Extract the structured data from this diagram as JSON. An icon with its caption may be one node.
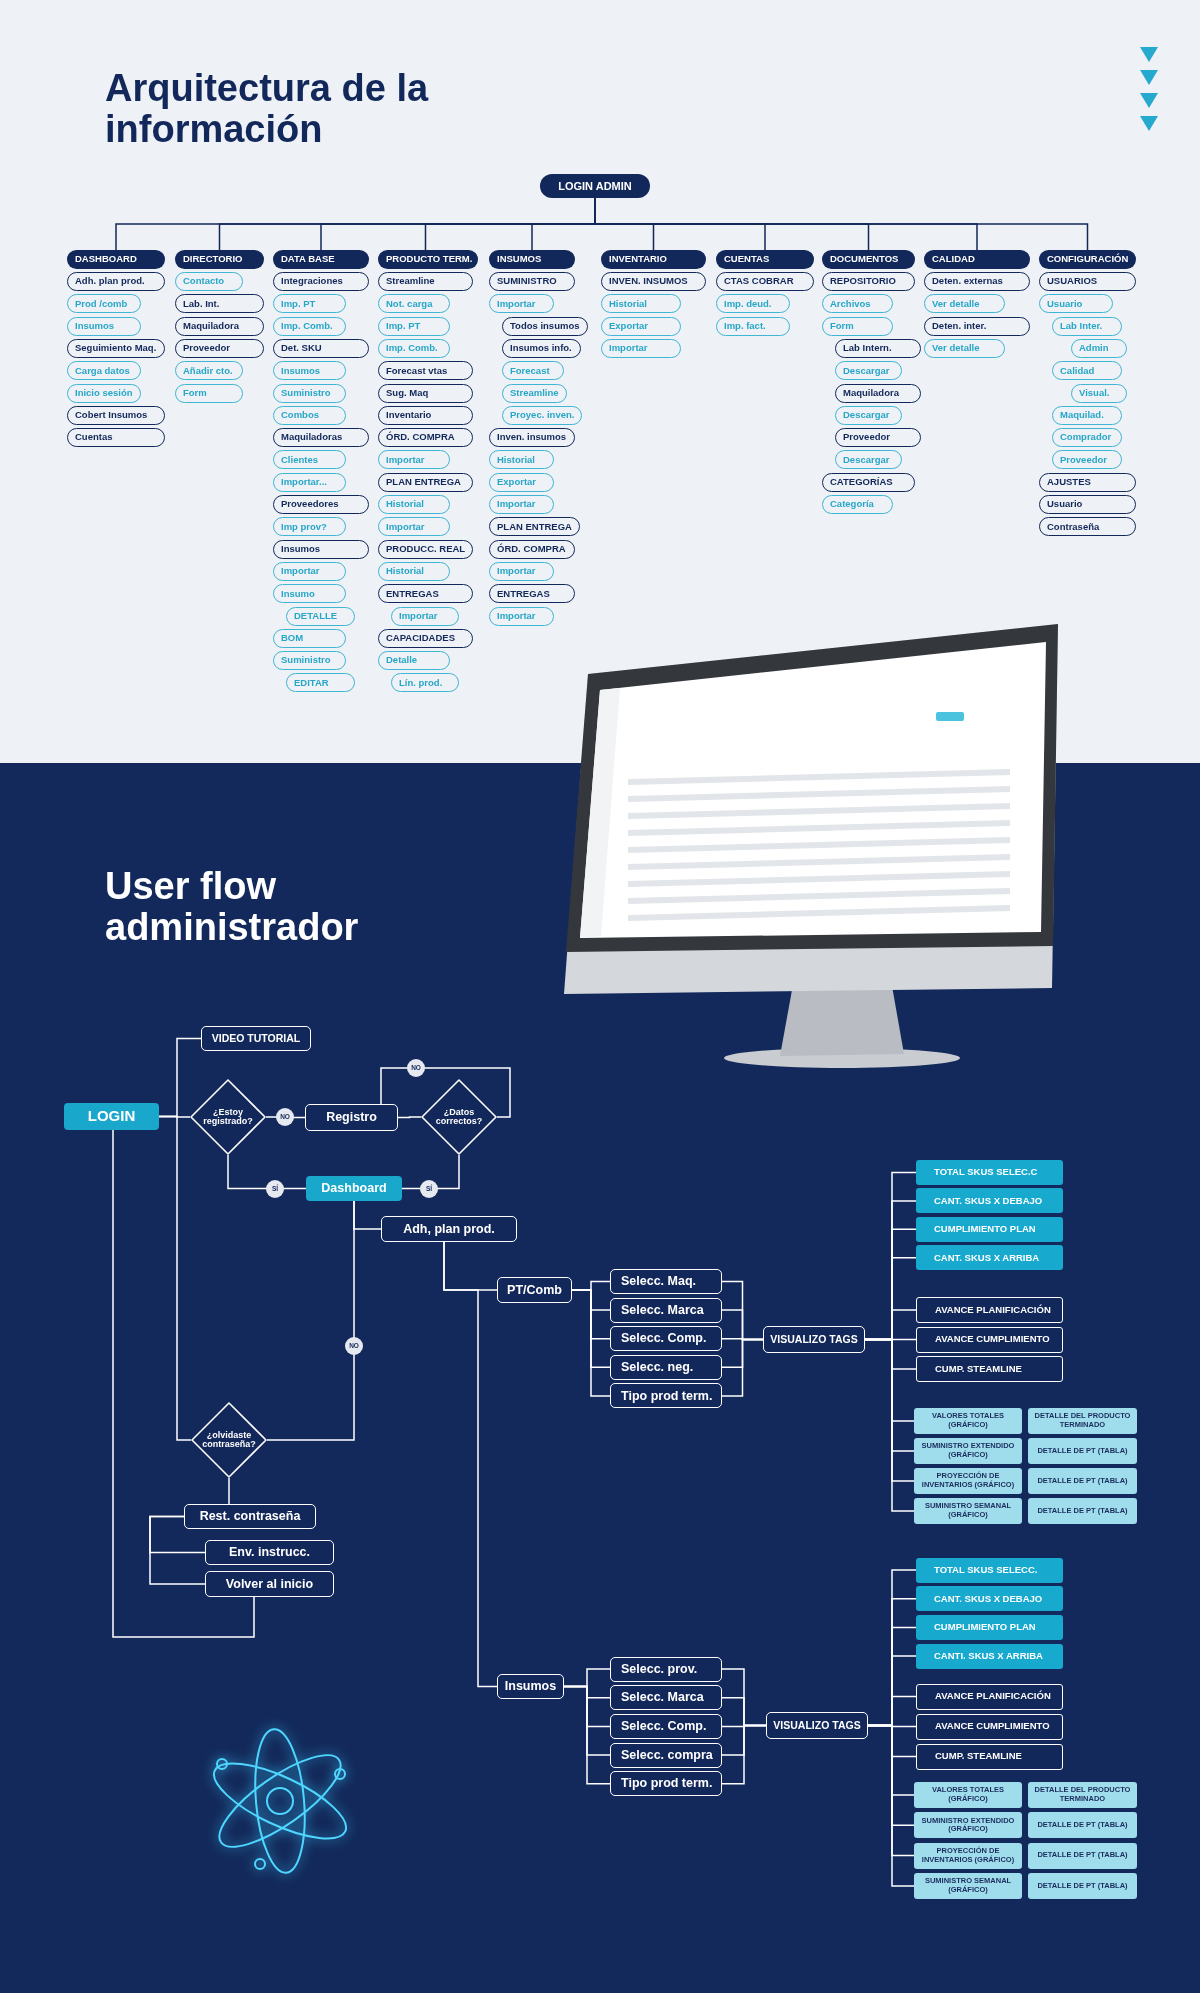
{
  "diagram": {
    "title": "Arquitectura de la información",
    "nodes": [
      {
        "text": [
          "LOGIN ADMIN"
        ]
      },
      {
        "text": [
          "DASHBOARD"
        ]
      },
      {
        "text": [
          "Adh. plan prod."
        ]
      },
      {
        "text": [
          "Prod /comb"
        ]
      },
      {
        "text": [
          "Insumos"
        ]
      },
      {
        "text": [
          "Seguimiento Maq."
        ]
      },
      {
        "text": [
          "Carga datos"
        ]
      },
      {
        "text": [
          "Inicio sesión"
        ]
      },
      {
        "text": [
          "Cobert Insumos"
        ]
      },
      {
        "text": [
          "Cuentas"
        ]
      },
      {
        "text": [
          "DIRECTORIO"
        ]
      },
      {
        "text": [
          "Contacto"
        ]
      },
      {
        "text": [
          "Lab. Int."
        ]
      },
      {
        "text": [
          "Maquiladora"
        ]
      },
      {
        "text": [
          "Proveedor"
        ]
      },
      {
        "text": [
          "Añadir cto."
        ]
      },
      {
        "text": [
          "Form"
        ]
      },
      {
        "text": [
          "DATA BASE"
        ]
      },
      {
        "text": [
          "Integraciones"
        ]
      },
      {
        "text": [
          "Imp. PT"
        ]
      },
      {
        "text": [
          "Imp. Comb."
        ]
      },
      {
        "text": [
          "Det. SKU"
        ]
      },
      {
        "text": [
          "Insumos"
        ]
      },
      {
        "text": [
          "Suministro"
        ]
      },
      {
        "text": [
          "Combos"
        ]
      },
      {
        "text": [
          "Maquiladoras"
        ]
      },
      {
        "text": [
          "Clientes"
        ]
      },
      {
        "text": [
          "Importar..."
        ]
      },
      {
        "text": [
          "Proveedores"
        ]
      },
      {
        "text": [
          "Imp prov?"
        ]
      },
      {
        "text": [
          "Insumos"
        ]
      },
      {
        "text": [
          "Importar"
        ]
      },
      {
        "text": [
          "Insumo"
        ]
      },
      {
        "text": [
          "DETALLE"
        ]
      },
      {
        "text": [
          "BOM"
        ]
      },
      {
        "text": [
          "Suministro"
        ]
      },
      {
        "text": [
          "EDITAR"
        ]
      },
      {
        "text": [
          "PRODUCTO TERM."
        ]
      },
      {
        "text": [
          "Streamline"
        ]
      },
      {
        "text": [
          "Not. carga"
        ]
      },
      {
        "text": [
          "Imp. PT"
        ]
      },
      {
        "text": [
          "Imp. Comb."
        ]
      },
      {
        "text": [
          "Forecast vtas"
        ]
      },
      {
        "text": [
          "Sug. Maq"
        ]
      },
      {
        "text": [
          "Inventario"
        ]
      },
      {
        "text": [
          "ÓRD. COMPRA"
        ]
      },
      {
        "text": [
          "Importar"
        ]
      },
      {
        "text": [
          "PLAN ENTREGA"
        ]
      },
      {
        "text": [
          "Historial"
        ]
      },
      {
        "text": [
          "Importar"
        ]
      },
      {
        "text": [
          "PRODUCC. REAL"
        ]
      },
      {
        "text": [
          "Historial"
        ]
      },
      {
        "text": [
          "ENTREGAS"
        ]
      },
      {
        "text": [
          "Importar"
        ]
      },
      {
        "text": [
          "CAPACIDADES"
        ]
      },
      {
        "text": [
          "Detalle"
        ]
      },
      {
        "text": [
          "Lín. prod."
        ]
      },
      {
        "text": [
          "INSUMOS"
        ]
      },
      {
        "text": [
          "SUMINISTRO"
        ]
      },
      {
        "text": [
          "Importar"
        ]
      },
      {
        "text": [
          "Todos insumos"
        ]
      },
      {
        "text": [
          "Insumos info."
        ]
      },
      {
        "text": [
          "Forecast"
        ]
      },
      {
        "text": [
          "Streamline"
        ]
      },
      {
        "text": [
          "Proyec. inven."
        ]
      },
      {
        "text": [
          "Inven. insumos"
        ]
      },
      {
        "text": [
          "Historial"
        ]
      },
      {
        "text": [
          "Exportar"
        ]
      },
      {
        "text": [
          "Importar"
        ]
      },
      {
        "text": [
          "PLAN ENTREGA"
        ]
      },
      {
        "text": [
          "ÓRD. COMPRA"
        ]
      },
      {
        "text": [
          "Importar"
        ]
      },
      {
        "text": [
          "ENTREGAS"
        ]
      },
      {
        "text": [
          "Importar"
        ]
      },
      {
        "text": [
          "INVENTARIO"
        ]
      },
      {
        "text": [
          "INVEN. INSUMOS"
        ]
      },
      {
        "text": [
          "Historial"
        ]
      },
      {
        "text": [
          "Exportar"
        ]
      },
      {
        "text": [
          "Importar"
        ]
      },
      {
        "text": [
          "CUENTAS"
        ]
      },
      {
        "text": [
          "CTAS COBRAR"
        ]
      },
      {
        "text": [
          "Imp. deud."
        ]
      },
      {
        "text": [
          "Imp. fact."
        ]
      },
      {
        "text": [
          "DOCUMENTOS"
        ]
      },
      {
        "text": [
          "REPOSITORIO"
        ]
      },
      {
        "text": [
          "Archivos"
        ]
      },
      {
        "text": [
          "Form"
        ]
      },
      {
        "text": [
          "Lab Intern."
        ]
      },
      {
        "text": [
          "Descargar"
        ]
      },
      {
        "text": [
          "Maquiladora"
        ]
      },
      {
        "text": [
          "Descargar"
        ]
      },
      {
        "text": [
          "Proveedor"
        ]
      },
      {
        "text": [
          "Descargar"
        ]
      },
      {
        "text": [
          "CATEGORÍAS"
        ]
      },
      {
        "text": [
          "Categoría"
        ]
      },
      {
        "text": [
          "CALIDAD"
        ]
      },
      {
        "text": [
          "Deten. externas"
        ]
      },
      {
        "text": [
          "Ver detalle"
        ]
      },
      {
        "text": [
          "Deten. inter."
        ]
      },
      {
        "text": [
          "Ver detalle"
        ]
      },
      {
        "text": [
          "CONFIGURACIÓN"
        ]
      },
      {
        "text": [
          "USUARIOS"
        ]
      },
      {
        "text": [
          "Usuario"
        ]
      },
      {
        "text": [
          "Lab Inter."
        ]
      },
      {
        "text": [
          "Admin"
        ]
      },
      {
        "text": [
          "Calidad"
        ]
      },
      {
        "text": [
          "Visual."
        ]
      },
      {
        "text": [
          "Maquilad."
        ]
      },
      {
        "text": [
          "Comprador"
        ]
      },
      {
        "text": [
          "Proveedor"
        ]
      },
      {
        "text": [
          "AJUSTES"
        ]
      },
      {
        "text": [
          "Usuario"
        ]
      },
      {
        "text": [
          "Contraseña"
        ]
      },
      {
        "text": [
          "VIDEO TUTORIAL"
        ]
      },
      {
        "text": [
          "LOGIN"
        ]
      },
      {
        "text": [
          "¿Estoy registrado?"
        ]
      },
      {
        "text": [
          "Registro"
        ]
      },
      {
        "text": [
          "¿Datos correctos?"
        ]
      },
      {
        "text": [
          "Dashboard"
        ]
      },
      {
        "text": [
          "Adh, plan prod."
        ]
      },
      {
        "text": [
          "PT/Comb"
        ]
      },
      {
        "text": [
          "Selecc. Maq."
        ]
      },
      {
        "text": [
          "Selecc. Marca"
        ]
      },
      {
        "text": [
          "Selecc. Comp."
        ]
      },
      {
        "text": [
          "Selecc. neg."
        ]
      },
      {
        "text": [
          "Tipo prod term."
        ]
      },
      {
        "text": [
          "VISUALIZO TAGS"
        ]
      },
      {
        "text": [
          "TOTAL SKUS SELEC.C"
        ]
      },
      {
        "text": [
          "CANT. SKUS X DEBAJO"
        ]
      },
      {
        "text": [
          "CUMPLIMIENTO PLAN"
        ]
      },
      {
        "text": [
          "CANT. SKUS X ARRIBA"
        ]
      },
      {
        "text": [
          "AVANCE PLANIFICACIÓN"
        ]
      },
      {
        "text": [
          "AVANCE CUMPLIMIENTO"
        ]
      },
      {
        "text": [
          "CUMP. STEAMLINE"
        ]
      },
      {
        "text": [
          "VALORES TOTALES (GRÁFICO)"
        ]
      },
      {
        "text": [
          "DETALLE DEL PRODUCTO TERMINADO"
        ]
      },
      {
        "text": [
          "SUMINISTRO EXTENDIDO (GRÁFICO)"
        ]
      },
      {
        "text": [
          "DETALLE DE PT (TABLA)"
        ]
      },
      {
        "text": [
          "PROYECCIÓN DE INVENTARIOS (GRÁFICO)"
        ]
      },
      {
        "text": [
          "DETALLE DE PT (TABLA)"
        ]
      },
      {
        "text": [
          "SUMINISTRO SEMANAL (GRÁFICO)"
        ]
      },
      {
        "text": [
          "DETALLE DE PT (TABLA)"
        ]
      },
      {
        "text": [
          "¿olvidaste contraseña?"
        ]
      },
      {
        "text": [
          "Rest. contraseña"
        ]
      },
      {
        "text": [
          "Env. instrucc."
        ]
      },
      {
        "text": [
          "Volver al inicio"
        ]
      },
      {
        "text": [
          "Insumos"
        ]
      },
      {
        "text": [
          "Selecc. prov."
        ]
      },
      {
        "text": [
          "Selecc. Marca"
        ]
      },
      {
        "text": [
          "Selecc. Comp."
        ]
      },
      {
        "text": [
          "Selecc. compra"
        ]
      },
      {
        "text": [
          "Tipo prod term."
        ]
      },
      {
        "text": [
          "VISUALIZO TAGS"
        ]
      },
      {
        "text": [
          "TOTAL SKUS SELECC."
        ]
      },
      {
        "text": [
          "CANT. SKUS X DEBAJO"
        ]
      },
      {
        "text": [
          "CUMPLIMIENTO PLAN"
        ]
      },
      {
        "text": [
          "CANTI. SKUS X ARRIBA"
        ]
      },
      {
        "text": [
          "AVANCE PLANIFICACIÓN"
        ]
      },
      {
        "text": [
          "AVANCE CUMPLIMIENTO"
        ]
      },
      {
        "text": [
          "CUMP. STEAMLINE"
        ]
      },
      {
        "text": [
          "VALORES TOTALES (GRÁFICO)"
        ]
      },
      {
        "text": [
          "DETALLE DEL PRODUCTO TERMINADO"
        ]
      },
      {
        "text": [
          "SUMINISTRO EXTENDIDO (GRÁFICO)"
        ]
      },
      {
        "text": [
          "DETALLE DE PT (TABLA)"
        ]
      },
      {
        "text": [
          "PROYECCIÓN DE INVENTARIOS (GRÁFICO)"
        ]
      },
      {
        "text": [
          "DETALLE DE PT (TABLA)"
        ]
      },
      {
        "text": [
          "SUMINISTRO SEMANAL (GRÁFICO)"
        ]
      },
      {
        "text": [
          "DETALLE DE PT (TABLA)"
        ]
      }
    ],
    "edges": [
      {
        "from": 0,
        "to": 1,
        "arrow": "none",
        "color": "#13285a"
      },
      {
        "from": 0,
        "to": 10,
        "arrow": "none",
        "color": "#13285a"
      },
      {
        "from": 0,
        "to": 17,
        "arrow": "none",
        "color": "#13285a"
      },
      {
        "from": 0,
        "to": 37,
        "arrow": "none",
        "color": "#13285a"
      },
      {
        "from": 0,
        "to": 57,
        "arrow": "none",
        "color": "#13285a"
      },
      {
        "from": 0,
        "to": 74,
        "arrow": "none",
        "color": "#13285a"
      },
      {
        "from": 0,
        "to": 79,
        "arrow": "none",
        "color": "#13285a"
      },
      {
        "from": 0,
        "to": 83,
        "arrow": "none",
        "color": "#13285a"
      },
      {
        "from": 0,
        "to": 95,
        "arrow": "none",
        "color": "#13285a"
      },
      {
        "from": 0,
        "to": 100,
        "arrow": "none",
        "color": "#13285a"
      },
      {
        "from": 114,
        "to": 113,
        "arrow": "none"
      },
      {
        "from": 114,
        "to": 115,
        "arrow": "none"
      },
      {
        "from": 114,
        "to": 142,
        "arrow": "none"
      },
      {
        "from": 115,
        "to": 116,
        "arrow": "none",
        "label": "NO"
      },
      {
        "from": 116,
        "to": 117,
        "arrow": "none"
      },
      {
        "from": 117,
        "to": 116,
        "arrow": "none",
        "label": "NO"
      },
      {
        "from": 115,
        "to": 118,
        "arrow": "none",
        "label": "SÍ"
      },
      {
        "from": 117,
        "to": 118,
        "arrow": "none",
        "label": "SÍ"
      },
      {
        "from": 118,
        "to": 119,
        "arrow": "none"
      },
      {
        "from": 118,
        "to": 142,
        "arrow": "none",
        "label": "NO"
      },
      {
        "from": 119,
        "to": 120,
        "arrow": "none"
      },
      {
        "from": 119,
        "to": 146,
        "arrow": "none"
      },
      {
        "from": 120,
        "to": 121,
        "arrow": "none"
      },
      {
        "from": 120,
        "to": 122,
        "arrow": "none"
      },
      {
        "from": 120,
        "to": 123,
        "arrow": "none"
      },
      {
        "from": 120,
        "to": 124,
        "arrow": "none"
      },
      {
        "from": 120,
        "to": 125,
        "arrow": "none"
      },
      {
        "from": 121,
        "to": 126,
        "arrow": "none"
      },
      {
        "from": 122,
        "to": 126,
        "arrow": "none"
      },
      {
        "from": 123,
        "to": 126,
        "arrow": "none"
      },
      {
        "from": 124,
        "to": 126,
        "arrow": "none"
      },
      {
        "from": 125,
        "to": 126,
        "arrow": "none"
      },
      {
        "from": 126,
        "to": 127,
        "arrow": "none"
      },
      {
        "from": 126,
        "to": 128,
        "arrow": "none"
      },
      {
        "from": 126,
        "to": 129,
        "arrow": "none"
      },
      {
        "from": 126,
        "to": 130,
        "arrow": "none"
      },
      {
        "from": 126,
        "to": 131,
        "arrow": "none"
      },
      {
        "from": 126,
        "to": 132,
        "arrow": "none"
      },
      {
        "from": 126,
        "to": 133,
        "arrow": "none"
      },
      {
        "from": 126,
        "to": 134,
        "arrow": "none"
      },
      {
        "from": 126,
        "to": 136,
        "arrow": "none"
      },
      {
        "from": 126,
        "to": 138,
        "arrow": "none"
      },
      {
        "from": 126,
        "to": 140,
        "arrow": "none"
      },
      {
        "from": 142,
        "to": 143,
        "arrow": "none"
      },
      {
        "from": 143,
        "to": 144,
        "arrow": "none"
      },
      {
        "from": 143,
        "to": 145,
        "arrow": "none"
      },
      {
        "from": 145,
        "to": 114,
        "arrow": "none"
      },
      {
        "from": 146,
        "to": 147,
        "arrow": "none"
      },
      {
        "from": 146,
        "to": 148,
        "arrow": "none"
      },
      {
        "from": 146,
        "to": 149,
        "arrow": "none"
      },
      {
        "from": 146,
        "to": 150,
        "arrow": "none"
      },
      {
        "from": 146,
        "to": 151,
        "arrow": "none"
      },
      {
        "from": 147,
        "to": 152,
        "arrow": "none"
      },
      {
        "from": 148,
        "to": 152,
        "arrow": "none"
      },
      {
        "from": 149,
        "to": 152,
        "arrow": "none"
      },
      {
        "from": 150,
        "to": 152,
        "arrow": "none"
      },
      {
        "from": 151,
        "to": 152,
        "arrow": "none"
      },
      {
        "from": 152,
        "to": 153,
        "arrow": "none"
      },
      {
        "from": 152,
        "to": 154,
        "arrow": "none"
      },
      {
        "from": 152,
        "to": 155,
        "arrow": "none"
      },
      {
        "from": 152,
        "to": 156,
        "arrow": "none"
      },
      {
        "from": 152,
        "to": 157,
        "arrow": "none"
      },
      {
        "from": 152,
        "to": 158,
        "arrow": "none"
      },
      {
        "from": 152,
        "to": 159,
        "arrow": "none"
      },
      {
        "from": 152,
        "to": 160,
        "arrow": "none"
      },
      {
        "from": 152,
        "to": 162,
        "arrow": "none"
      },
      {
        "from": 152,
        "to": 164,
        "arrow": "none"
      },
      {
        "from": 152,
        "to": 166,
        "arrow": "none"
      }
    ],
    "labels": [
      "User flow administrador"
    ]
  }
}
